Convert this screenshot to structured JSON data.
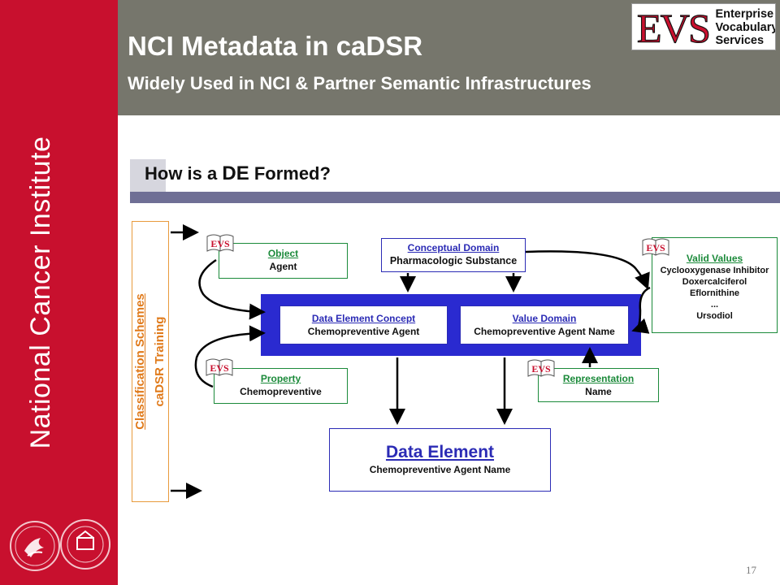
{
  "left_band": {
    "label": "National Cancer Institute"
  },
  "header": {
    "title": "NCI Metadata in caDSR",
    "subtitle": "Widely Used in NCI & Partner Semantic Infrastructures",
    "logo": {
      "letters": "EVS",
      "line1": "Enterprise",
      "line2": "Vocabulary",
      "line3": "Services"
    }
  },
  "diagram": {
    "heading_part1": "How is a ",
    "heading_part2": "DE",
    "heading_part3": " Formed?",
    "classification": {
      "line1": "Classification Schemes",
      "line2": "caDSR Training"
    },
    "object": {
      "title": "Object",
      "value": "Agent"
    },
    "property": {
      "title": "Property",
      "value": "Chemopreventive"
    },
    "conceptual_domain": {
      "title": "Conceptual Domain",
      "value": "Pharmacologic Substance"
    },
    "dec": {
      "title": "Data Element Concept",
      "value": "Chemopreventive Agent"
    },
    "value_domain": {
      "title": "Value Domain",
      "value": "Chemopreventive Agent Name"
    },
    "representation": {
      "title": "Representation",
      "value": "Name"
    },
    "valid_values": {
      "title": "Valid Values",
      "items": [
        "Cyclooxygenase Inhibitor",
        "Doxercalciferol",
        "Eflornithine",
        "...",
        "Ursodiol"
      ]
    },
    "data_element": {
      "title": "Data Element",
      "value": "Chemopreventive Agent Name"
    },
    "evs_badge": "EVS"
  },
  "page_number": "17",
  "colors": {
    "red": "#c8102e",
    "header_gray": "#76766c",
    "panel_blue": "#2a2ad0",
    "green": "#1b8a3a",
    "orange": "#e07a1a"
  }
}
